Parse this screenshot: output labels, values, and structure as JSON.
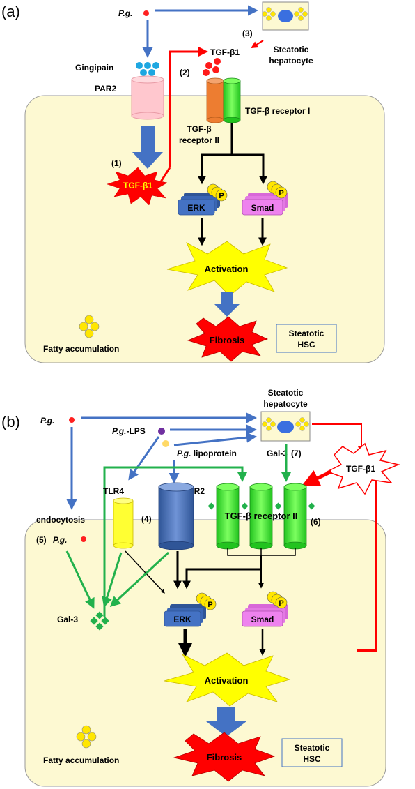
{
  "panel_a": {
    "label": "(a)",
    "pg": "P.g.",
    "gingipain": "Gingipain",
    "par2": "PAR2",
    "tgfb1_top": "TGF-β1",
    "tgfb1_burst": "TGF-β1",
    "step1": "(1)",
    "step2": "(2)",
    "step3": "(3)",
    "hepatocyte_line1": "Steatotic",
    "hepatocyte_line2": "hepatocyte",
    "receptor1": "TGF-β receptor I",
    "receptor2_line1": "TGF-β",
    "receptor2_line2": "receptor II",
    "erk": "ERK",
    "smad": "Smad",
    "phospho": "P",
    "activation": "Activation",
    "fibrosis": "Fibrosis",
    "fatty": "Fatty accumulation",
    "hsc_line1": "Steatotic",
    "hsc_line2": "HSC"
  },
  "panel_b": {
    "label": "(b)",
    "pg": "P.g.",
    "pg_lps_italic": "P.g.",
    "pg_lps_rest": "-LPS",
    "pg_lipo_italic": "P.g.",
    "pg_lipo_rest": " lipoprotein",
    "hepatocyte_line1": "Steatotic",
    "hepatocyte_line2": "hepatocyte",
    "gal3_top": "Gal-3",
    "step7": "(7)",
    "tgfb1": "TGF-β1",
    "tlr4": "TLR4",
    "tlr2": "TLR2",
    "receptor2": "TGF-β receptor II",
    "endocytosis": "endocytosis",
    "step4": "(4)",
    "step5": "(5)",
    "pg_inside": "P.g.",
    "step6": "(6)",
    "gal3": "Gal-3",
    "erk": "ERK",
    "smad": "Smad",
    "phospho": "P",
    "activation": "Activation",
    "fibrosis": "Fibrosis",
    "fatty": "Fatty accumulation",
    "hsc_line1": "Steatotic",
    "hsc_line2": "HSC"
  },
  "colors": {
    "cell": "#fdf9d2",
    "blue_arrow": "#4472c4",
    "red_arrow": "#ff0000",
    "green_arrow": "#22b14c",
    "erk": "#4472c4",
    "smad": "#ee82ee",
    "activation": "#ffff00",
    "fibrosis": "#ff0000"
  }
}
